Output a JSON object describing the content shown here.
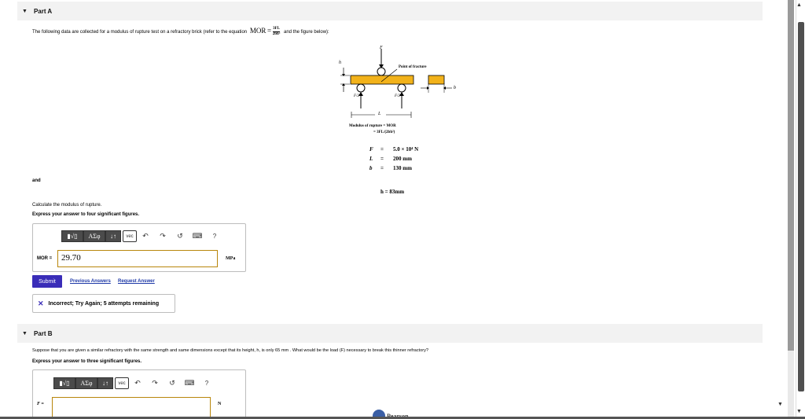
{
  "partA": {
    "label": "Part A",
    "intro": "The following data are collected for a modulus of rupture test on a refractory brick (refer to the equation",
    "equation_lhs": "MOR",
    "equation_num": "3FL",
    "equation_den": "2bh²",
    "intro_tail": "and the figure below):",
    "figure": {
      "f_label": "F",
      "point_label": "Point of fracture",
      "h_label": "h",
      "b_label": "b",
      "half_f_label": "F/2",
      "l_label": "L",
      "mor_line1": "Modulus of rupture = MOR",
      "mor_line2": "= 3FL/(2bh²)"
    },
    "given": [
      {
        "sym": "F",
        "eq": "=",
        "val": "5.0 × 10⁴ N"
      },
      {
        "sym": "L",
        "eq": "=",
        "val": "200 mm"
      },
      {
        "sym": "b",
        "eq": "=",
        "val": "130 mm"
      }
    ],
    "and_text": "and",
    "h_value": "h = 83mm",
    "task": "Calculate the modulus of rupture.",
    "instruction": "Express your answer to four significant figures.",
    "answer_label": "MOR =",
    "answer_value": "29.70",
    "answer_unit": "MPa",
    "submit_label": "Submit",
    "prev_answers": "Previous Answers",
    "request_answer": "Request Answer",
    "feedback": "Incorrect; Try Again; 5 attempts remaining"
  },
  "partB": {
    "label": "Part B",
    "question": "Suppose that you are given a similar refractory with the same strength and same dimensions except that its height, h, is only 65 mm . What would be the load (F) necessary to break this thinner refractory?",
    "instruction": "Express your answer to three significant figures.",
    "answer_label": "F =",
    "answer_value": "",
    "answer_unit": "N"
  },
  "toolbar": {
    "template": "▮√▯",
    "greek": "ΑΣφ",
    "arrows": "↓↑",
    "vec": "vec",
    "undo": "↶",
    "redo": "↷",
    "reset": "↺",
    "keyboard": "⌨",
    "help": "?"
  },
  "footer": {
    "brand": "Pearson"
  }
}
